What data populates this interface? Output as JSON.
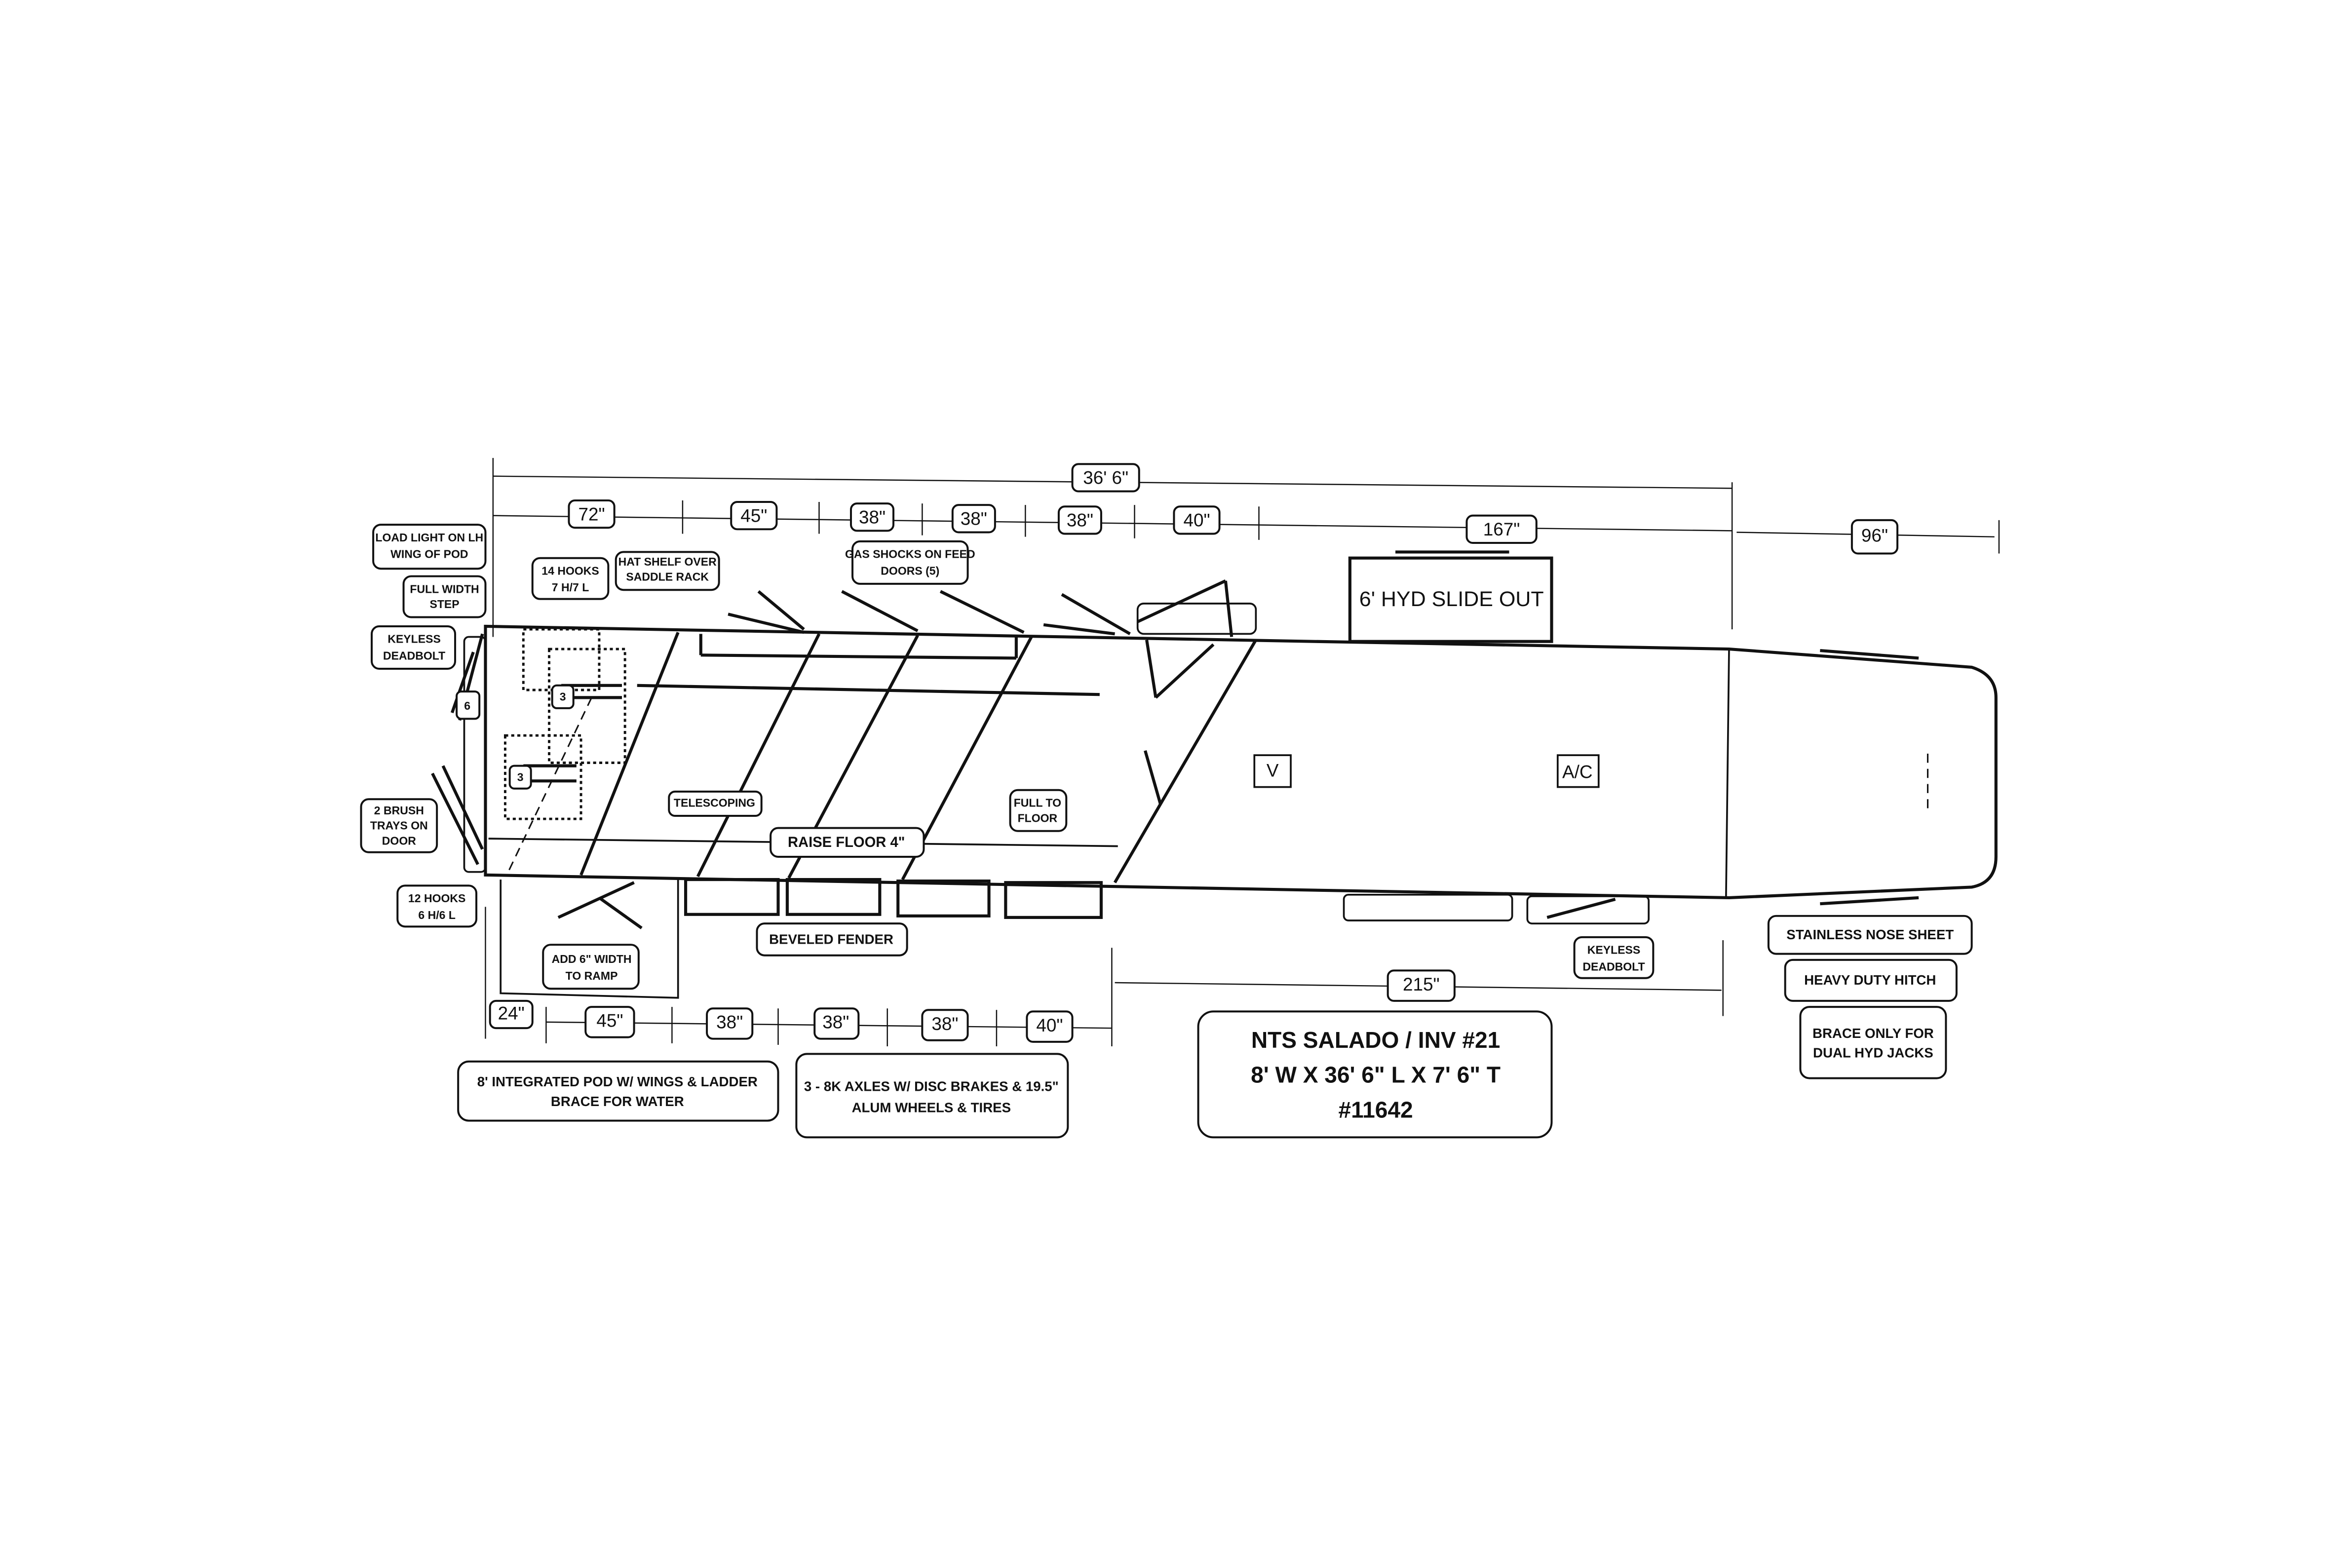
{
  "dimensions": {
    "overall_length": "36' 6\"",
    "top_segments": [
      "72\"",
      "45\"",
      "38\"",
      "38\"",
      "38\"",
      "40\"",
      "167\""
    ],
    "nose": "96\"",
    "bottom_segments": [
      "24\"",
      "45\"",
      "38\"",
      "38\"",
      "38\"",
      "40\""
    ],
    "living_quarters": "215\""
  },
  "labels": {
    "load_light": [
      "LOAD LIGHT ON LH",
      "WING OF POD"
    ],
    "full_width_step": [
      "FULL WIDTH",
      "STEP"
    ],
    "keyless_deadbolt_rear": [
      "KEYLESS",
      "DEADBOLT"
    ],
    "hooks_14": [
      "14 HOOKS",
      "7 H/7 L"
    ],
    "hat_shelf": [
      "HAT SHELF OVER",
      "SADDLE RACK"
    ],
    "gas_shocks": [
      "GAS SHOCKS ON FEED",
      "DOORS (5)"
    ],
    "slide_out": "6' HYD SLIDE OUT",
    "door_count": "6",
    "rack_count_1": "3",
    "rack_count_2": "3",
    "brush_trays": [
      "2 BRUSH",
      "TRAYS ON",
      "DOOR"
    ],
    "telescoping": "TELESCOPING",
    "full_to_floor": [
      "FULL TO",
      "FLOOR"
    ],
    "raise_floor": "RAISE FLOOR 4\"",
    "vent": "V",
    "ac": "A/C",
    "hooks_12": [
      "12 HOOKS",
      "6 H/6 L"
    ],
    "ramp_width": [
      "ADD 6\" WIDTH",
      "TO RAMP"
    ],
    "beveled_fender": "BEVELED FENDER",
    "keyless_deadbolt_lq": [
      "KEYLESS",
      "DEADBOLT"
    ],
    "stainless_nose": "STAINLESS NOSE SHEET",
    "hitch": "HEAVY DUTY HITCH",
    "brace_jacks": [
      "BRACE ONLY FOR",
      "DUAL HYD JACKS"
    ],
    "pod": [
      "8' INTEGRATED POD W/ WINGS & LADDER",
      "BRACE FOR WATER"
    ],
    "axles": [
      "3 - 8K AXLES W/ DISC BRAKES & 19.5\"",
      "ALUM WHEELS & TIRES"
    ]
  },
  "title_block": [
    "NTS SALADO / INV #21",
    "8' W X 36' 6\" L X 7' 6\" T",
    "#11642"
  ]
}
